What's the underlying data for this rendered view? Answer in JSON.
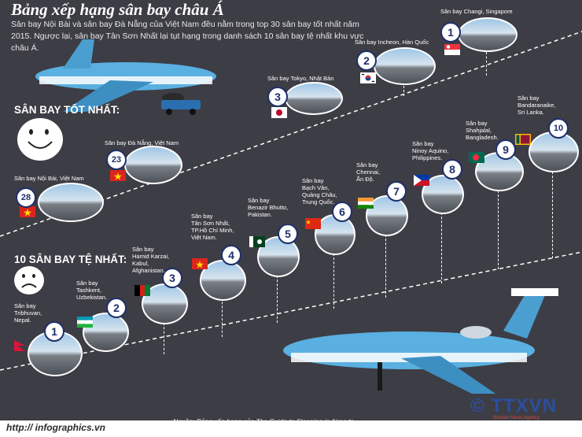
{
  "title": "Bảng xếp hạng sân bay châu Á",
  "intro": "Sân bay Nội Bài và sân bay Đà Nẵng của Việt Nam đều nằm trong top 30 sân bay tốt nhất năm 2015. Ngược lại, sân bay Tân Sơn Nhất lại tụt hạng trong danh sách 10 sân bay tệ nhất khu vực châu Á.",
  "best": {
    "heading": "SÂN BAY TỐT NHẤT:",
    "items": [
      {
        "rank": "28",
        "label": "Sân bay Nội Bài, Việt Nam"
      },
      {
        "rank": "23",
        "label": "Sân bay Đà Nẵng, Việt Nam"
      },
      {
        "rank": "3",
        "label": "Sân bay Tokyo, Nhật Bản"
      },
      {
        "rank": "2",
        "label": "Sân bay Incheon, Hàn Quốc"
      },
      {
        "rank": "1",
        "label": "Sân bay Changi, Singapore"
      }
    ]
  },
  "worst": {
    "heading": "10 SÂN BAY TỆ NHẤT:",
    "items": [
      {
        "rank": "1",
        "label": "Sân bay\nTribhuvan,\nNepal."
      },
      {
        "rank": "2",
        "label": "Sân bay\nTashkent,\nUzbekistan."
      },
      {
        "rank": "3",
        "label": "Sân bay\nHamid Karzai,\nKabul,\nAfghanistan."
      },
      {
        "rank": "4",
        "label": "Sân bay\nTân Sơn Nhất,\nTP.Hồ Chí Minh,\nViệt Nam."
      },
      {
        "rank": "5",
        "label": "Sân bay\nBenazir Bhutto,\nPakistan."
      },
      {
        "rank": "6",
        "label": "Sân bay\nBạch Vân,\nQuảng Châu,\nTrung Quốc."
      },
      {
        "rank": "7",
        "label": "Sân bay\nChennai,\nẤn Độ."
      },
      {
        "rank": "8",
        "label": "Sân bay\nNinoy Aquino,\nPhilippines."
      },
      {
        "rank": "9",
        "label": "Sân bay\nShahjalal,\nBangladesh."
      },
      {
        "rank": "10",
        "label": "Sân bay\nBandaranaike,\nSri Lanka."
      }
    ]
  },
  "source": "Nguồn: Bảng xếp hạng của The Guide to Sleeping in Airports",
  "url": "http:// infographics.vn",
  "logo": "© TTXVN",
  "logo_sub": "Vietnam News Agency",
  "colors": {
    "background": "#3d3d45",
    "badge_border": "#1e2f6b",
    "plane_body": "#5ab0e0",
    "dashed_line": "#ffffff"
  }
}
